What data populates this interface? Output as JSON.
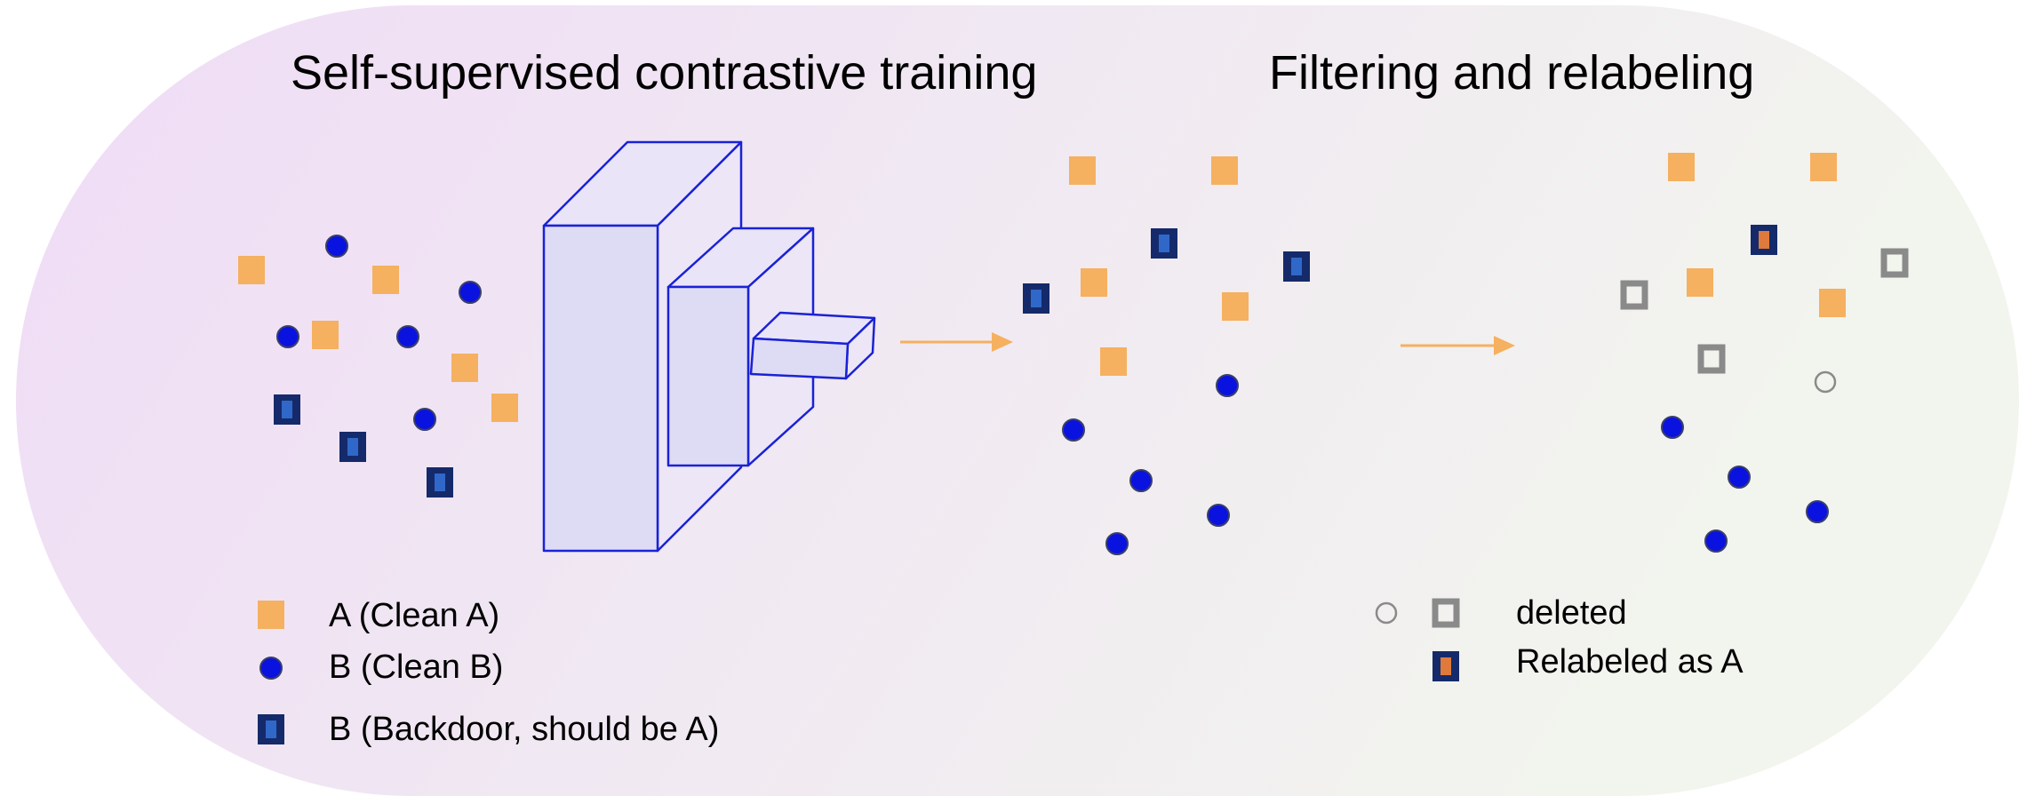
{
  "titles": {
    "left": "Self-supervised contrastive training",
    "right": "Filtering and relabeling"
  },
  "legend_left": [
    {
      "symbol": "clean-a",
      "label": "A (Clean A)"
    },
    {
      "symbol": "clean-b",
      "label": "B (Clean B)"
    },
    {
      "symbol": "backdoor",
      "label": "B (Backdoor, should be A)"
    }
  ],
  "legend_right": [
    {
      "symbol": "deleted",
      "label": "deleted"
    },
    {
      "symbol": "relabeled",
      "label": "Relabeled as A"
    }
  ],
  "colors": {
    "background_left": "#efdcf6",
    "background_right": "#f2f5ee",
    "clean_a": "#f5b060",
    "clean_b": "#0a12e0",
    "backdoor_border": "#152a6a",
    "backdoor_inner": "#2f68c8",
    "relabeled_inner": "#e07a3c",
    "deleted": "#8a8a8a",
    "network": "#1a22d6",
    "network_fill": "#dcdcf6",
    "arrow": "#f5b060"
  }
}
